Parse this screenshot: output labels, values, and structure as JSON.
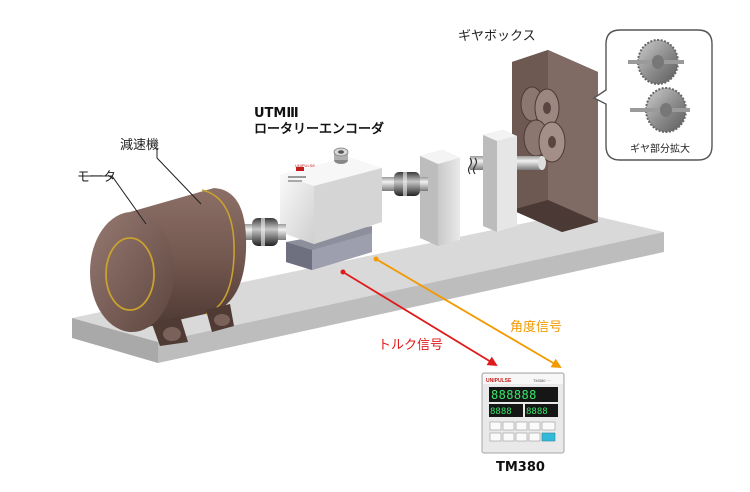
{
  "labels": {
    "motor": "モータ",
    "reducer": "減速機",
    "encoder_model": "UTMⅢ",
    "encoder_name": "ロータリーエンコーダ",
    "gearbox": "ギヤボックス",
    "gear_zoom": "ギヤ部分拡大",
    "angle_signal": "角度信号",
    "torque_signal": "トルク信号",
    "indicator_model": "TM380"
  },
  "device": {
    "brand": "UNIPULSE",
    "panel_title": "TM380 ∙∙∙∙",
    "display_top": "888888",
    "display_left": "8888",
    "display_right": "8888"
  },
  "sensor_brand": "UNIPULSE",
  "colors": {
    "torque_signal": "#e01a1a",
    "angle_signal": "#f29a00",
    "base_top": "#d7d7d7",
    "motor": "#7a5f57",
    "gearbox": "#6f5a55",
    "display": "#33e86a",
    "key_highlight": "#33b9d8"
  },
  "icons": [
    "vibration-icon",
    "gear-icon"
  ]
}
